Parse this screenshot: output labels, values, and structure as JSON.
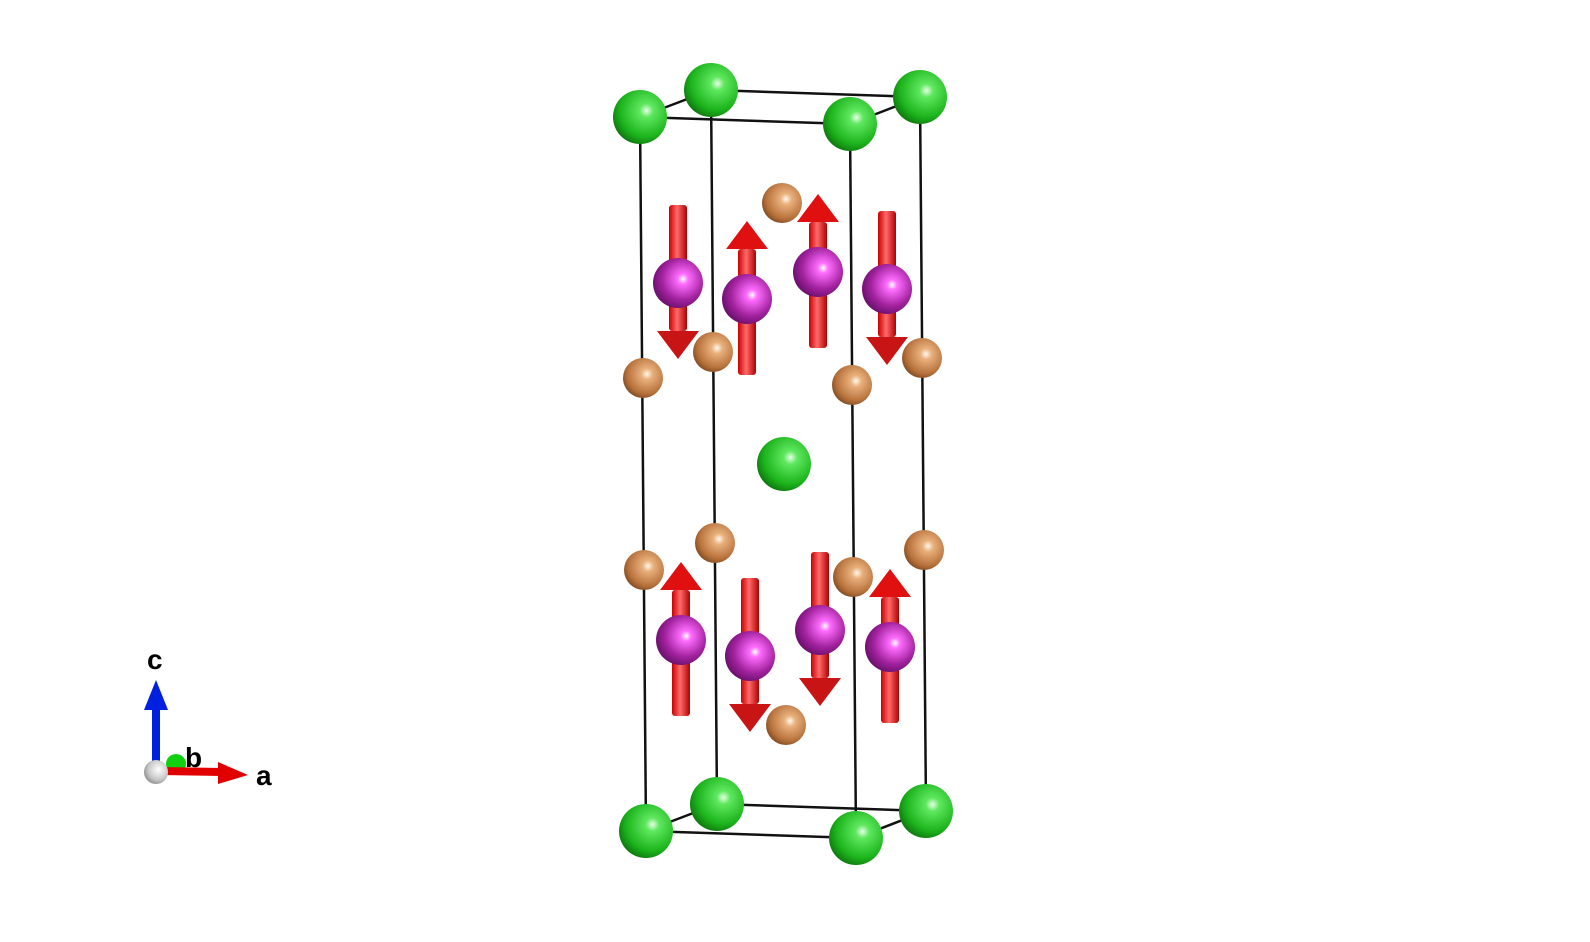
{
  "axes": {
    "a": "a",
    "b": "b",
    "c": "c"
  },
  "colors": {
    "green_atom": "#22c722",
    "copper_atom": "#c8824a",
    "magnetic_atom": "#a0209a",
    "spin_arrow": "#e01010",
    "cell_edge": "#111111",
    "axis_a": "#e00000",
    "axis_b": "#00cc00",
    "axis_c": "#0020e0"
  },
  "spins": [
    "down",
    "up",
    "up",
    "down",
    "up",
    "down",
    "down",
    "up"
  ]
}
